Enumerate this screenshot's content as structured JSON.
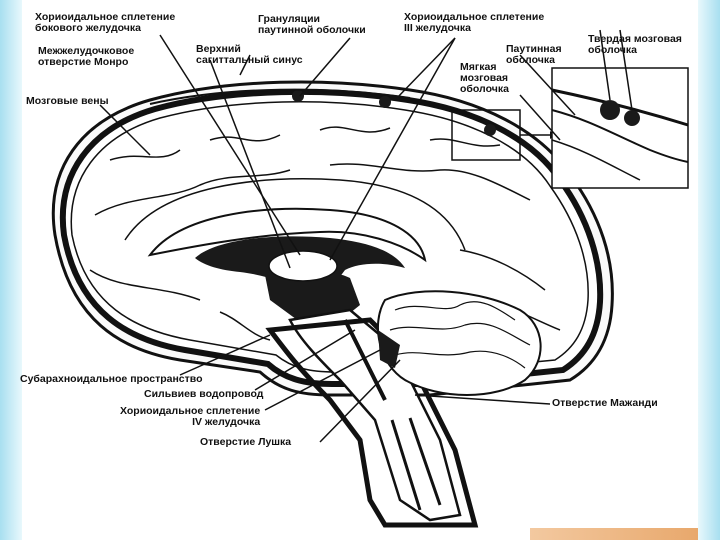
{
  "labels": {
    "choroid_lateral": "Хориоидальное сплетение\nбокового желудочка",
    "granulations": "Грануляции\nпаутинной оболочки",
    "choroid_third": "Хориоидальное сплетение\nIII желудочка",
    "dura_mater": "Твердая мозговая\nоболочка",
    "monro": "Межжелудочковое\nотверстие Монро",
    "sup_sagittal": "Верхний\nсагиттальный синус",
    "arachnoid": "Паутинная\nоболочка",
    "pia_mater": "Мягкая\nмозговая\nоболочка",
    "cerebral_veins": "Мозговые вены",
    "subarachnoid": "Субарахноидальное пространство",
    "sylvian": "Сильвиев водопровод",
    "choroid_fourth": "Хориоидальное сплетение\nIV желудочка",
    "magendie": "Отверстие Мажанди",
    "luschka": "Отверстие Лушка"
  },
  "colors": {
    "frame": "#a8dff0",
    "ink": "#111111",
    "ventricle_fill": "#1a1a1a"
  }
}
